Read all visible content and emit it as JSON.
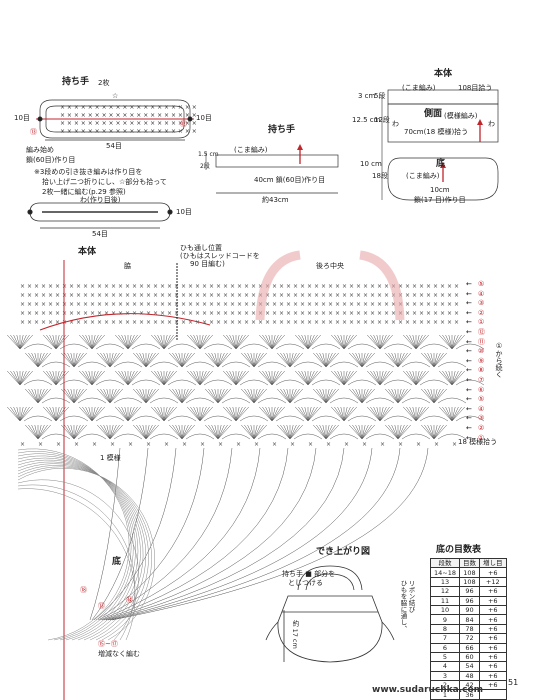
{
  "handle_section": {
    "title": "持ち手",
    "count": "2枚",
    "star": "☆",
    "row10_left": "10目",
    "row10_right": "10目",
    "start_marker": "⑬",
    "end_marker": "⑫",
    "width_label": "54目",
    "chain_start": "編み始め",
    "chain_label": "鎖(60目)作り目",
    "note_line1": "※3段めの引き抜き編みは作り目を",
    "note_line2": "拾い上げ二つ折りにし、☆部分も拾って",
    "note_line3": "2枚一緒に編む(p.29 参照)",
    "ring_label": "わ(作り目後)",
    "row10_bottom": "10目",
    "bottom_width": "54目"
  },
  "handle_piece": {
    "title": "持ち手",
    "stitch": "(こま編み)",
    "height_cm": "1.5 cm",
    "rows": "2段",
    "chain": "40cm  鎖(60目)作り目",
    "length": "約43cm"
  },
  "body_piece": {
    "title": "本体",
    "top_stitch": "(こま編み)",
    "top_count": "108目拾う",
    "h_top": "3 cm",
    "rows_top": "5段",
    "h_mid": "12.5 cm",
    "rows_mid": "12段",
    "side_label": "側面",
    "side_stitch": "(模様編み)",
    "side_width": "70cm(18 模様)拾う",
    "wa_left": "わ",
    "wa_right": "わ",
    "h_bottom": "10 cm",
    "rows_bottom": "18段",
    "base_label": "底",
    "base_stitch": "(こま編み)",
    "base_width": "10cm",
    "base_chain": "鎖(17 目)作り目"
  },
  "chart": {
    "title": "本体",
    "tie_label1": "ひも通し位置",
    "tie_label2": "(ひもはスレッドコードを",
    "tie_label3": "90 目編む)",
    "side_label": "脇",
    "back_center": "後ろ中央",
    "one_repeat": "1 模様",
    "repeat_count": "18 模様拾う",
    "from_row": "①から続く",
    "row_markers": [
      "⑤",
      "④",
      "③",
      "②",
      "①",
      "⑫",
      "⑪",
      "⑩",
      "⑨",
      "⑧",
      "⑦",
      "⑥",
      "⑤",
      "④",
      "③",
      "②",
      "①"
    ],
    "base_label": "底",
    "base_markers": [
      "⑱",
      "⑭",
      "⑬",
      "⑮~⑰"
    ],
    "no_decrease": "増減なく編む"
  },
  "finished": {
    "title": "でき上がり図",
    "handle_note1": "持ち手 ■ 部分を",
    "handle_note2": "とじつける",
    "cord_note1": "ひもを脇に通し、",
    "cord_note2": "リボン結び",
    "height": "約 17 cm"
  },
  "base_table": {
    "title": "底の目数表",
    "headers": [
      "段数",
      "目数",
      "増し目"
    ],
    "rows": [
      [
        "14~18",
        "108",
        "+6"
      ],
      [
        "13",
        "108",
        "+12"
      ],
      [
        "12",
        "96",
        "+6"
      ],
      [
        "11",
        "96",
        "+6"
      ],
      [
        "10",
        "90",
        "+6"
      ],
      [
        "9",
        "84",
        "+6"
      ],
      [
        "8",
        "78",
        "+6"
      ],
      [
        "7",
        "72",
        "+6"
      ],
      [
        "6",
        "66",
        "+6"
      ],
      [
        "5",
        "60",
        "+6"
      ],
      [
        "4",
        "54",
        "+6"
      ],
      [
        "3",
        "48",
        "+6"
      ],
      [
        "2",
        "42",
        "+6"
      ],
      [
        "1",
        "36",
        ""
      ]
    ]
  },
  "watermark": "www.sudaruchka.com",
  "page_number": "51"
}
